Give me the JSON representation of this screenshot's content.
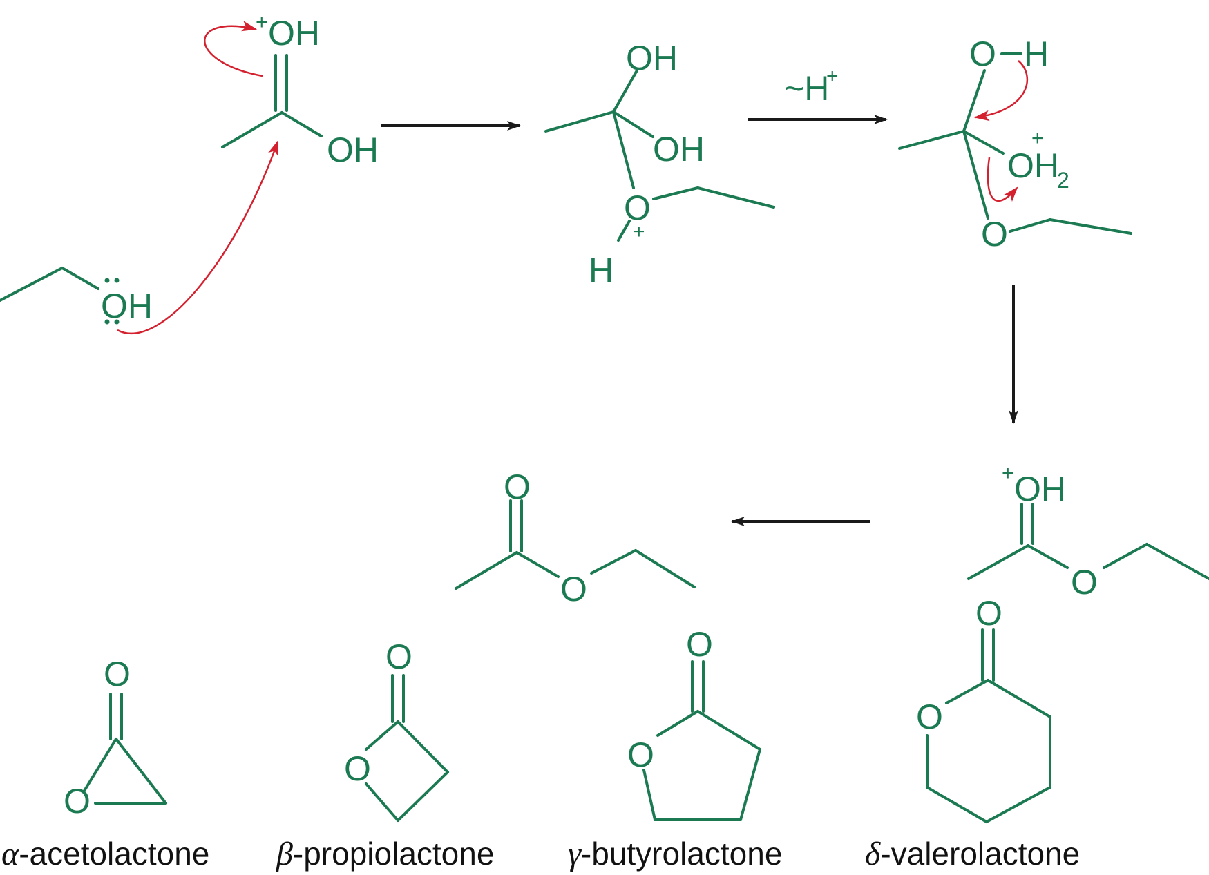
{
  "colors": {
    "bond": "#1b7a52",
    "arrow": "#1a1a1a",
    "curved_arrow": "#d4212f",
    "caption": "#111111"
  },
  "atoms": {
    "oh": "OH",
    "o": "O",
    "h": "H",
    "plus": "+",
    "two": "2"
  },
  "steps": {
    "proton_transfer": "~H"
  },
  "lactones": [
    {
      "greek": "α",
      "name": "-acetolactone"
    },
    {
      "greek": "β",
      "name": "-propiolactone"
    },
    {
      "greek": "γ",
      "name": "-butyrolactone"
    },
    {
      "greek": "δ",
      "name": "-valerolactone"
    }
  ]
}
